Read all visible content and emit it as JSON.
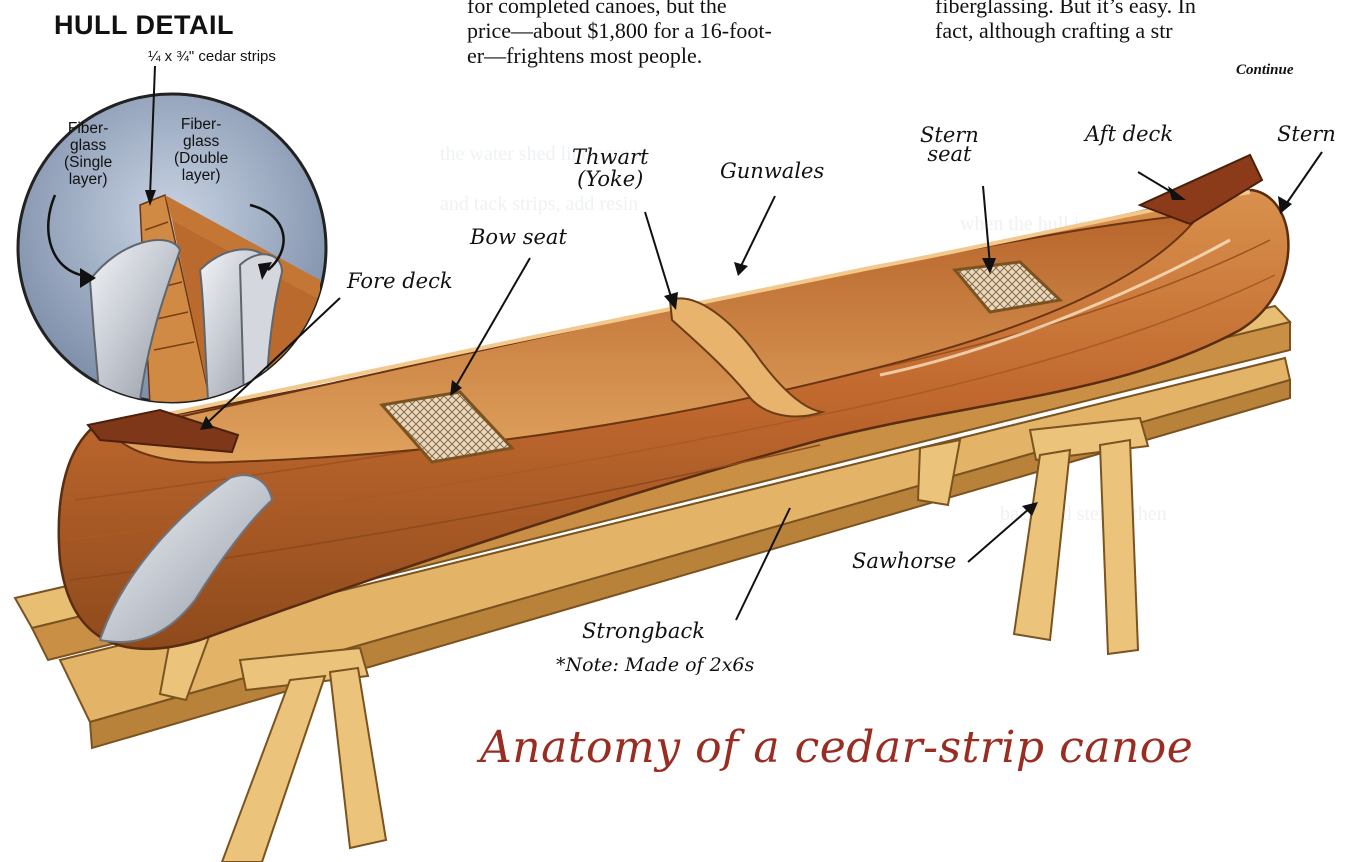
{
  "article": {
    "column_left_lines": [
      "for completed canoes, but the",
      "price—about $1,800 for a 16-foot-",
      "er—frightens most people."
    ],
    "column_right_lines": [
      "fiberglassing. But it’s easy. In",
      "fact, although crafting a str"
    ],
    "continued": "Continue"
  },
  "hull_detail": {
    "title": "HULL DETAIL",
    "strip_size": "¼ x ¾\" cedar strips",
    "single_layer": "Fiber-\nglass\n(Single\nlayer)",
    "double_layer": "Fiber-\nglass\n(Double\nlayer)"
  },
  "labels": {
    "thwart": "Thwart",
    "yoke": "(Yoke)",
    "gunwales": "Gunwales",
    "stern_seat_1": "Stern",
    "stern_seat_2": "seat",
    "aft_deck": "Aft deck",
    "stern": "Stern",
    "bow_seat": "Bow seat",
    "fore_deck": "Fore deck",
    "sawhorse": "Sawhorse",
    "strongback": "Strongback",
    "note": "*Note: Made of 2x6s"
  },
  "caption": "Anatomy of a cedar-strip canoe",
  "colors": {
    "cedar": "#c8793a",
    "cedar_dark": "#8a4a1e",
    "pine": "#e3b768",
    "fiberglass": "#d9dde3",
    "caption": "#9a2d22"
  }
}
